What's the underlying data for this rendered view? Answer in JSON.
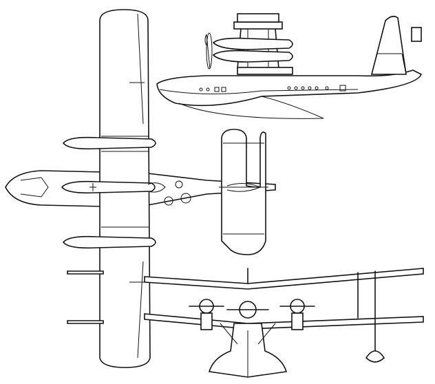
{
  "drawing": {
    "views": [
      "plan-view",
      "side-view",
      "front-view"
    ],
    "colors": {
      "line": "#111111",
      "background": "#ffffff"
    }
  }
}
